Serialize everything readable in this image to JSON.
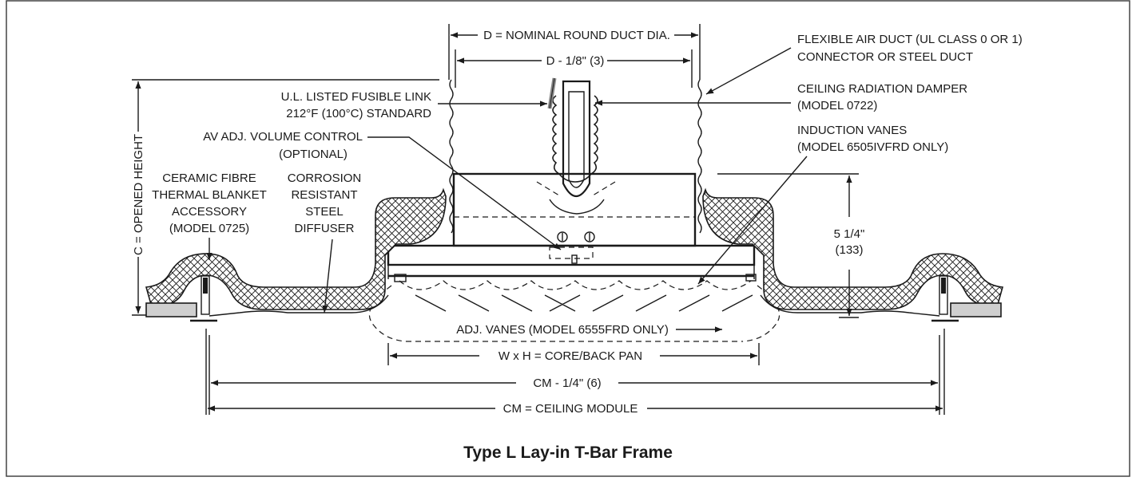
{
  "title": "Type L Lay-in T-Bar Frame",
  "labels": {
    "nominal_duct": "D = NOMINAL ROUND DUCT DIA.",
    "duct_minus": "D - 1/8\" (3)",
    "flex_duct_1": "FLEXIBLE AIR DUCT (UL CLASS 0 OR 1)",
    "flex_duct_2": "CONNECTOR OR STEEL DUCT",
    "fusible_1": "U.L. LISTED FUSIBLE LINK",
    "fusible_2": "212°F (100°C) STANDARD",
    "damper_1": "CEILING RADIATION DAMPER",
    "damper_2": "(MODEL 0722)",
    "av_1": "AV ADJ. VOLUME CONTROL",
    "av_2": "(OPTIONAL)",
    "induction_1": "INDUCTION VANES",
    "induction_2": "(MODEL 6505IVFRD ONLY)",
    "ceramic_1": "CERAMIC FIBRE",
    "ceramic_2": "THERMAL BLANKET",
    "ceramic_3": "ACCESSORY",
    "ceramic_4": "(MODEL 0725)",
    "corrosion_1": "CORROSION",
    "corrosion_2": "RESISTANT",
    "corrosion_3": "STEEL",
    "corrosion_4": "DIFFUSER",
    "opened_height": "C = OPENED HEIGHT",
    "height_1": "5 1/4\"",
    "height_2": "(133)",
    "adj_vanes": "ADJ. VANES (MODEL 6555FRD ONLY)",
    "core": "W x H = CORE/BACK PAN",
    "cm_minus": "CM - 1/4\" (6)",
    "cm": "CM = CEILING MODULE"
  }
}
